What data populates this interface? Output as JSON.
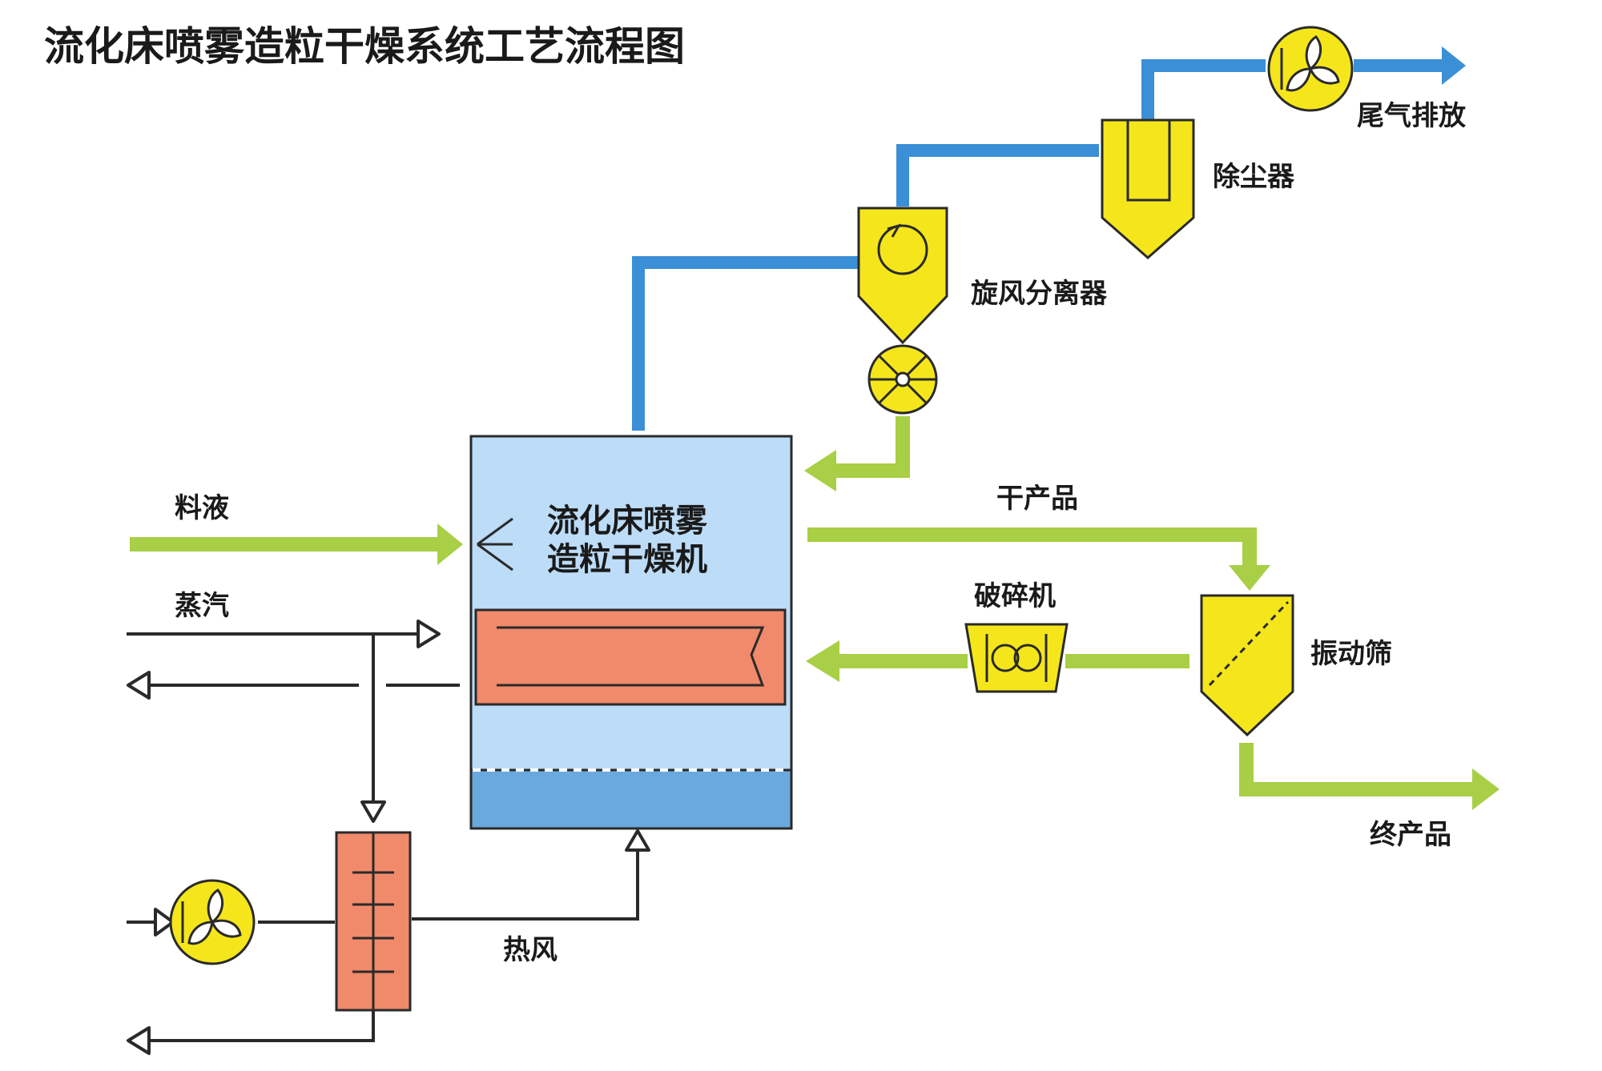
{
  "title": "流化床喷雾造粒干燥系统工艺流程图",
  "labels": {
    "dryer_line1": "流化床喷雾",
    "dryer_line2": "造粒干燥机",
    "feed_liquid": "料液",
    "steam": "蒸汽",
    "hot_air": "热风",
    "cyclone": "旋风分离器",
    "dust_collector": "除尘器",
    "exhaust": "尾气排放",
    "dry_product": "干产品",
    "crusher": "破碎机",
    "vibrating_screen": "振动筛",
    "final_product": "终产品"
  },
  "colors": {
    "air_pipe": "#3b8fd6",
    "material_flow": "#a8cf45",
    "equipment": "#f5e61b",
    "dryer_body": "#bcdcf7",
    "dryer_bed": "#6aa9dd",
    "heater": "#f08a6b",
    "line": "#2a2a2a"
  },
  "icons": {
    "fan_top": "fan-icon",
    "fan_bottom": "fan-icon",
    "rotary_valve": "rotary-valve-icon",
    "cyclone_swirl": "swirl-icon",
    "spray_nozzle": "spray-nozzle-icon",
    "crusher_rollers": "roller-icon"
  }
}
